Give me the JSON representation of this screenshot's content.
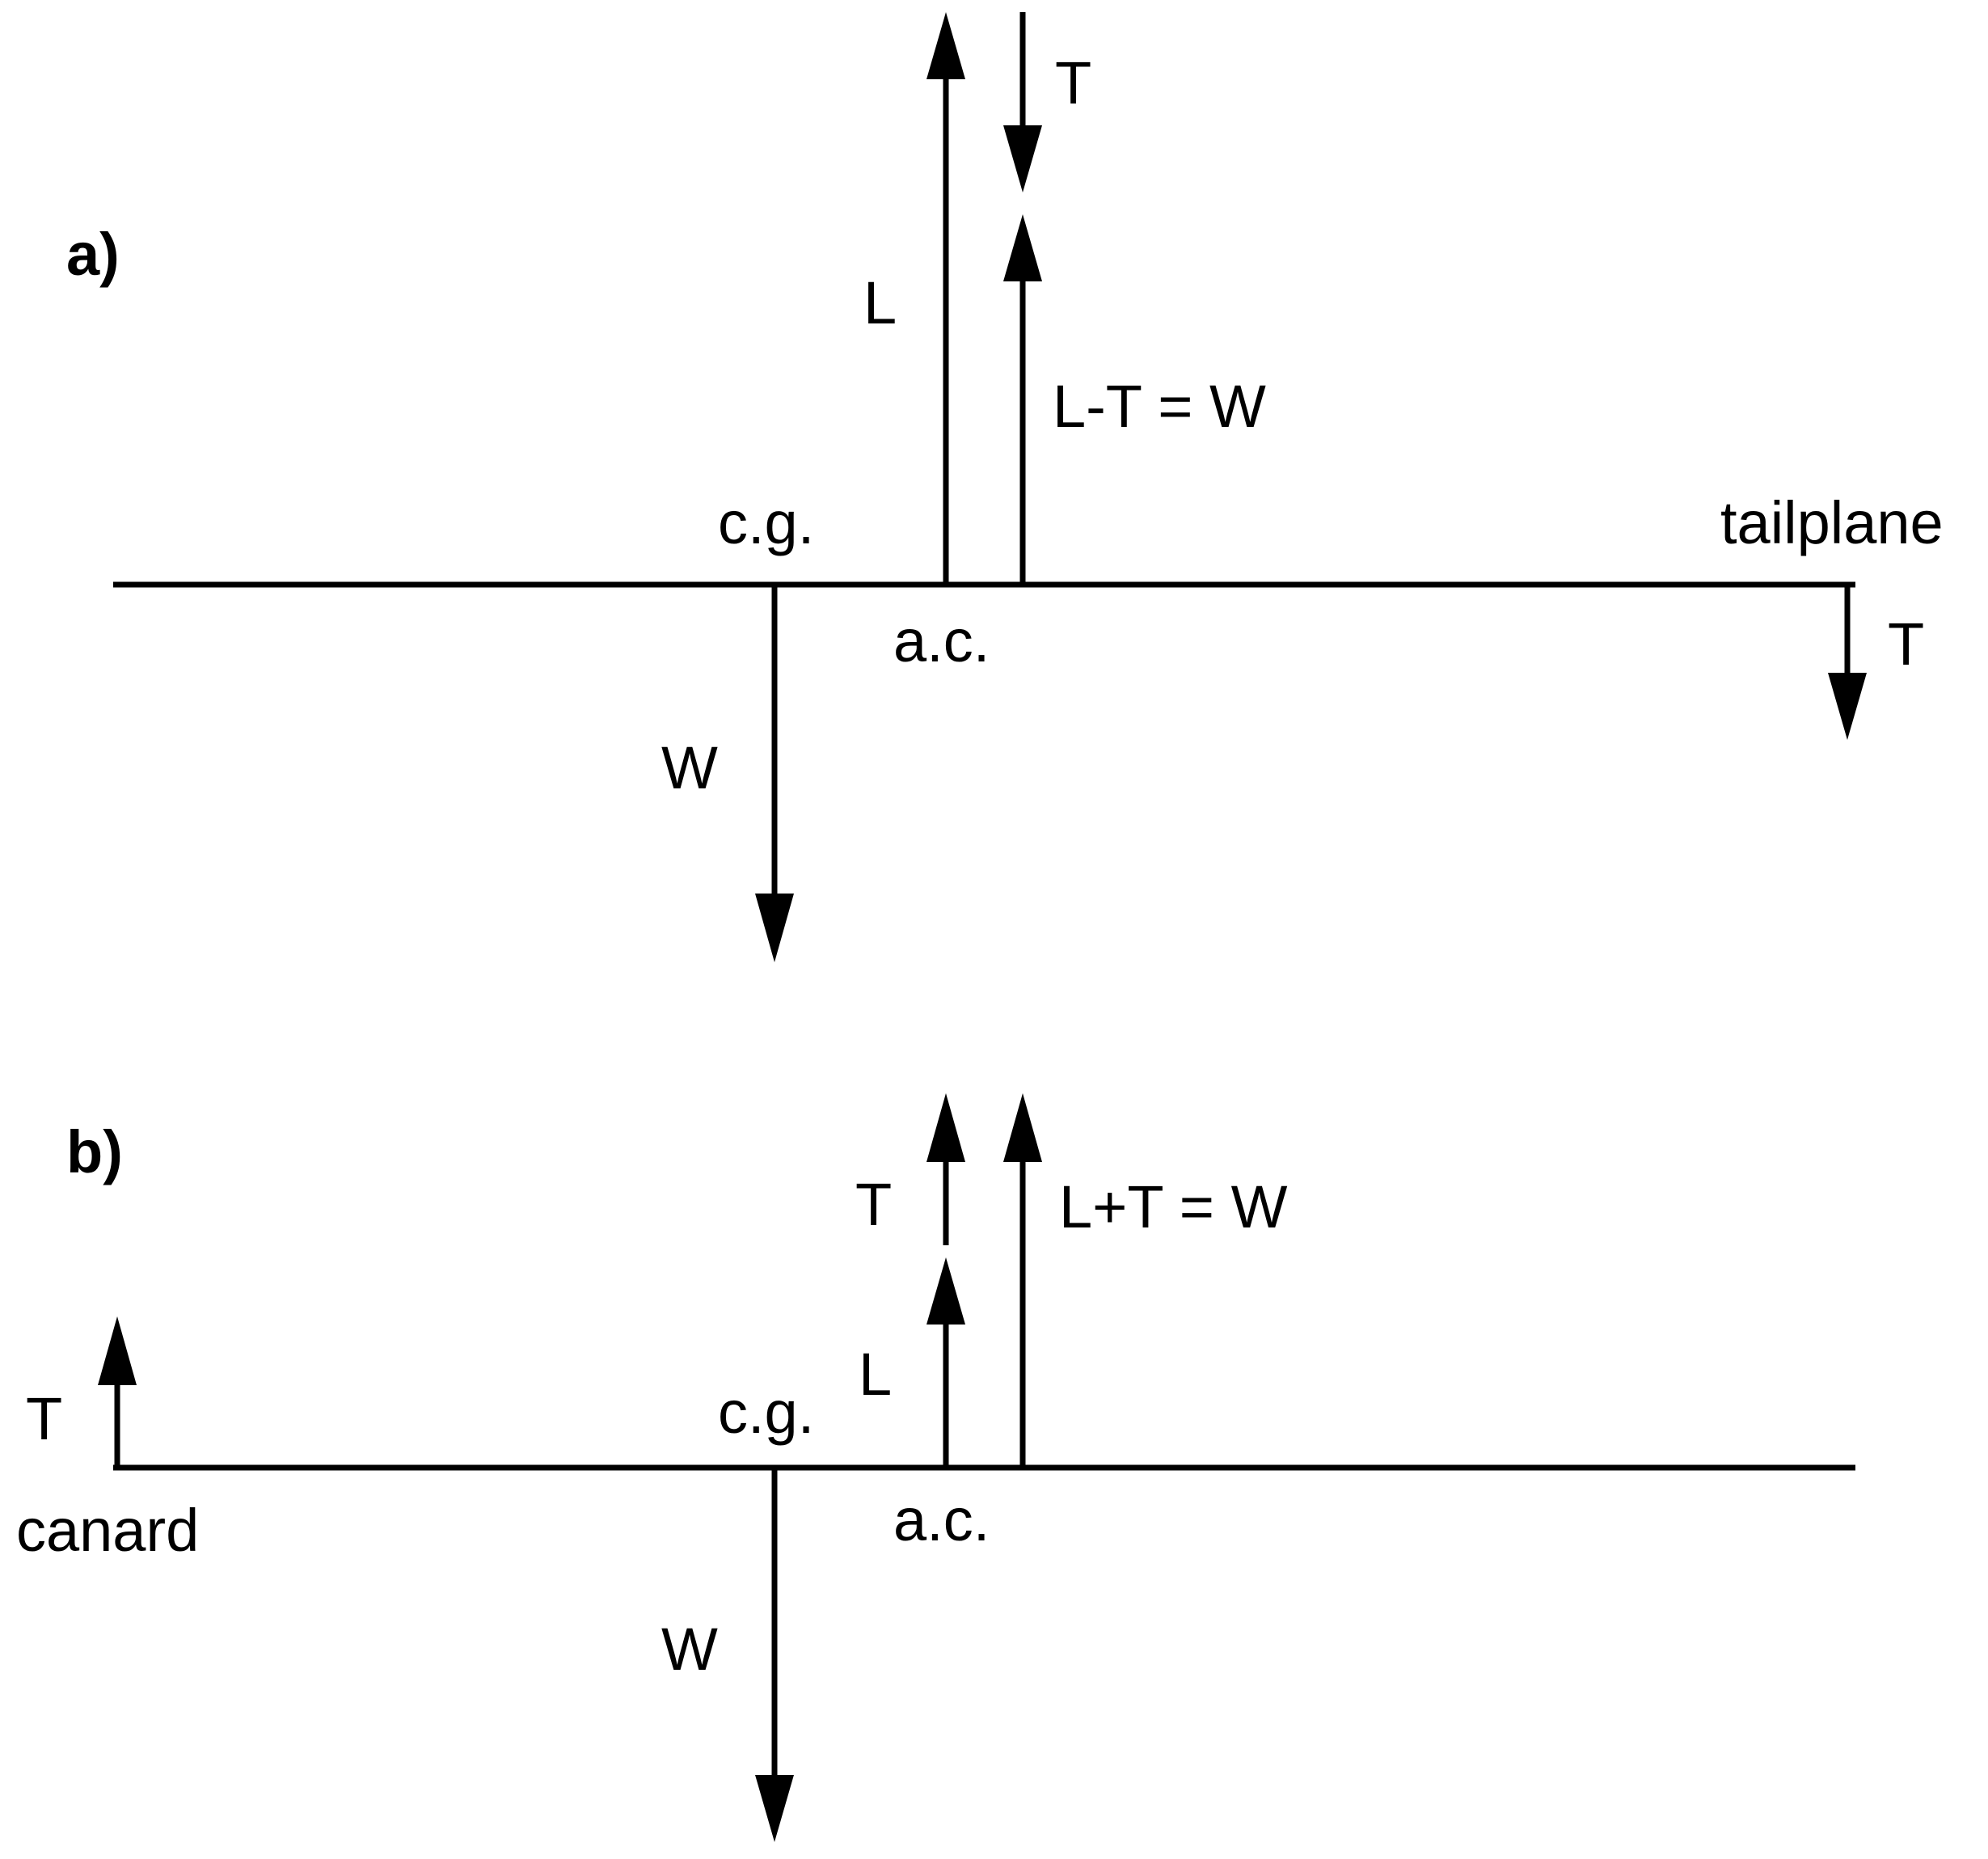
{
  "panel_a": {
    "label": "a)",
    "force_L": "L",
    "force_T_top": "T",
    "resultant": "L-T = W",
    "cg": "c.g.",
    "ac": "a.c.",
    "weight": "W",
    "tailplane": "tailplane",
    "tail_force": "T"
  },
  "panel_b": {
    "label": "b)",
    "force_T_top": "T",
    "force_L": "L",
    "resultant": "L+T = W",
    "cg": "c.g.",
    "ac": "a.c.",
    "weight": "W",
    "canard": "canard",
    "canard_force": "T"
  },
  "colors": {
    "ink": "#000000",
    "background": "#ffffff"
  }
}
